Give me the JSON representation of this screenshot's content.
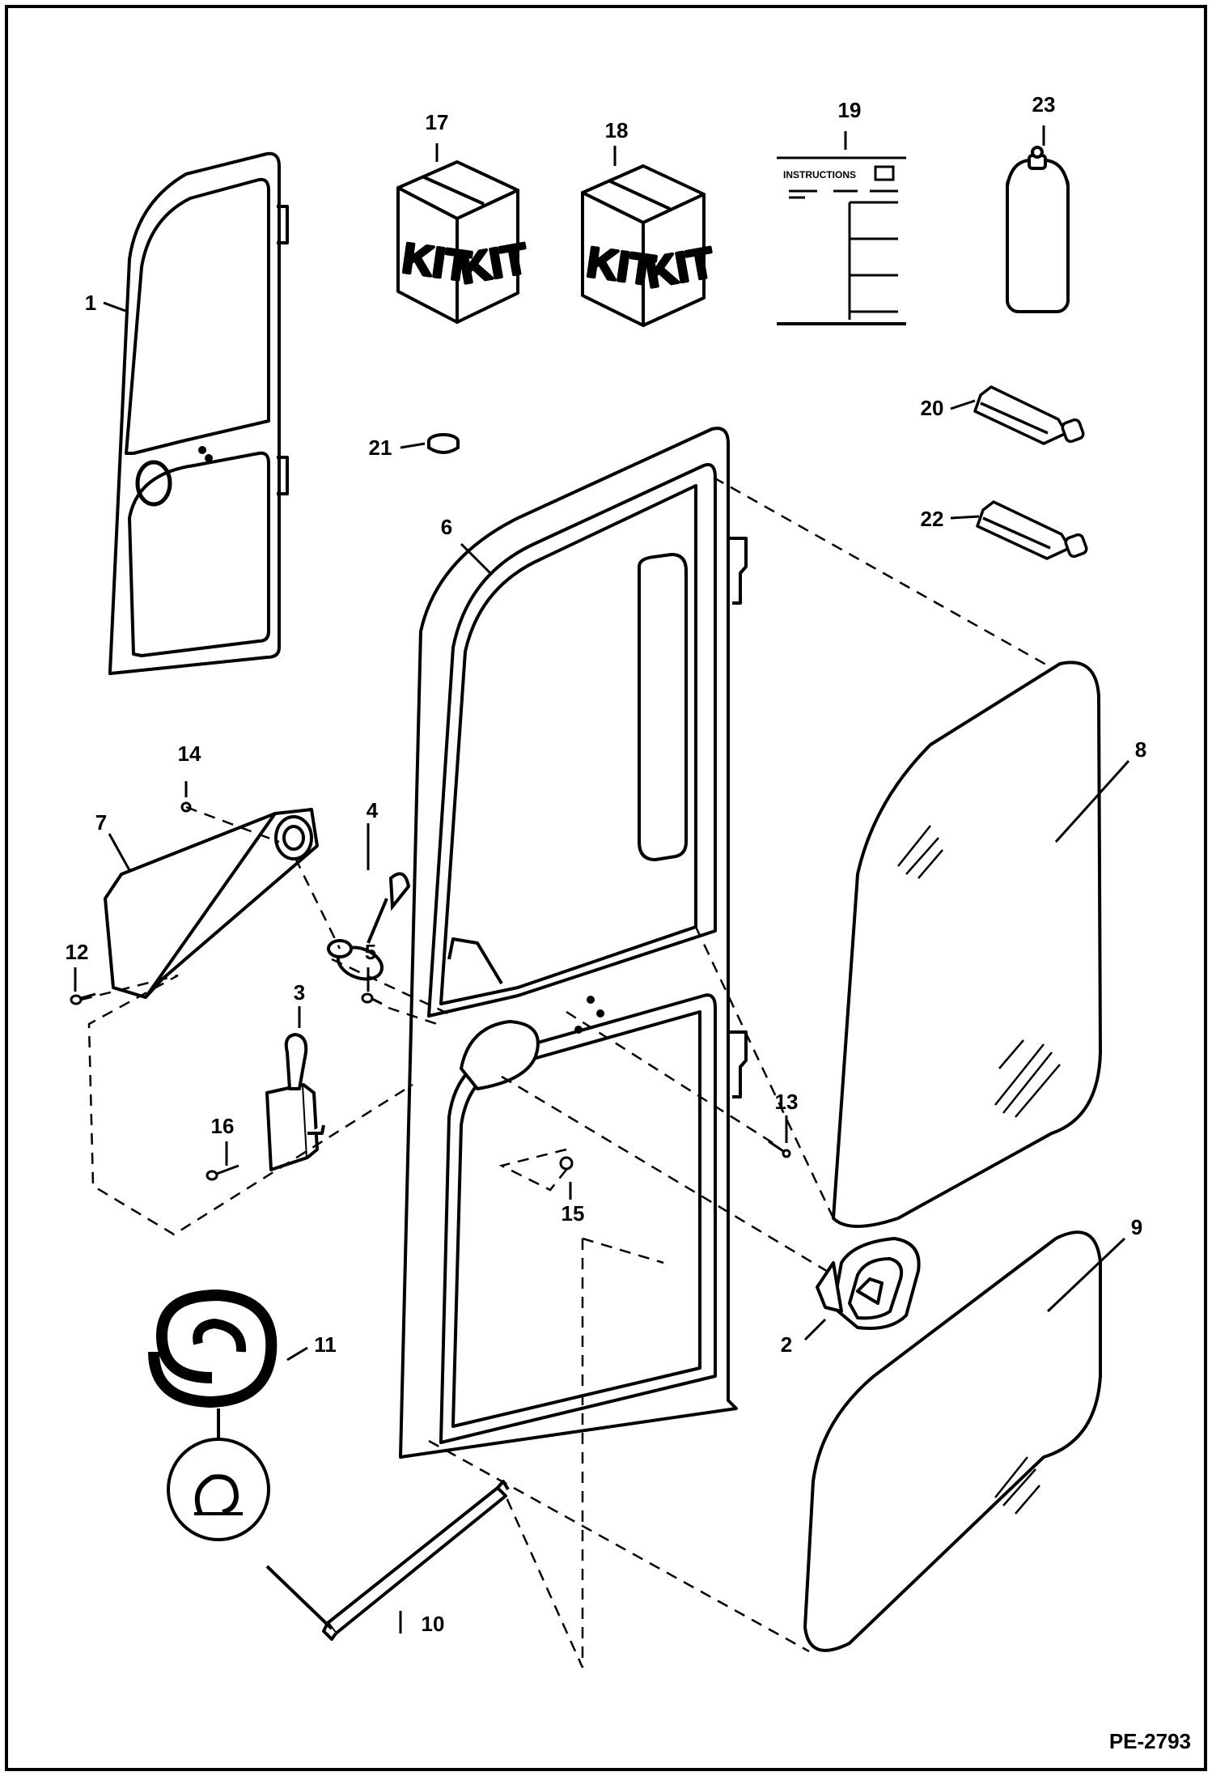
{
  "diagram": {
    "reference": "PE-2793",
    "callouts": [
      "1",
      "2",
      "3",
      "4",
      "5",
      "6",
      "7",
      "8",
      "9",
      "10",
      "11",
      "12",
      "13",
      "14",
      "15",
      "16",
      "17",
      "18",
      "19",
      "20",
      "21",
      "22",
      "23"
    ],
    "kit_box_17": {
      "left_label": "KIT",
      "right_label": "KIT"
    },
    "kit_box_18": {
      "left_label": "KIT",
      "right_label": "KIT"
    },
    "instructions_sheet": {
      "header": "INSTRUCTIONS"
    }
  }
}
